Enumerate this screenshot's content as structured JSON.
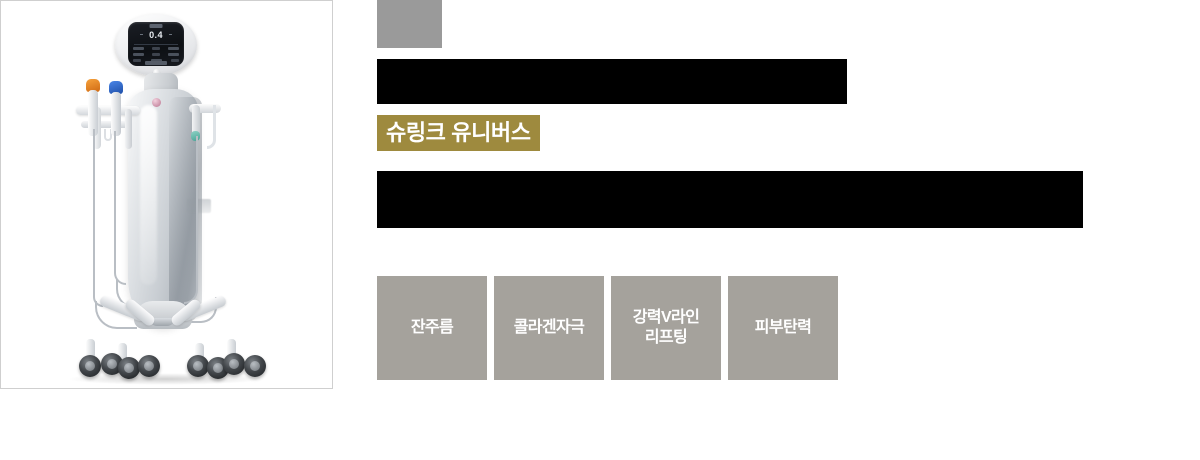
{
  "product_image": {
    "alt_name": "슈링크 유니버스 HIFU 시술 장비",
    "device_screen_value": "0.4",
    "handpiece_colors": [
      "#d06a13",
      "#1f4fa8",
      "#46a294"
    ],
    "caster_count": 8
  },
  "content": {
    "eyebrow_placeholder": "",
    "redacted_headline": "",
    "redacted_description": "",
    "product_name": "슈링크 유니버스",
    "highlight_color": "#9e8a3e",
    "feature_box_color": "#a5a29c",
    "eyebrow_color": "#9a9a9a",
    "redaction_color": "#000000"
  },
  "features": [
    {
      "label": "잔주름"
    },
    {
      "label": "콜라겐자극"
    },
    {
      "label": "강력V라인\n리프팅"
    },
    {
      "label": "피부탄력"
    }
  ]
}
